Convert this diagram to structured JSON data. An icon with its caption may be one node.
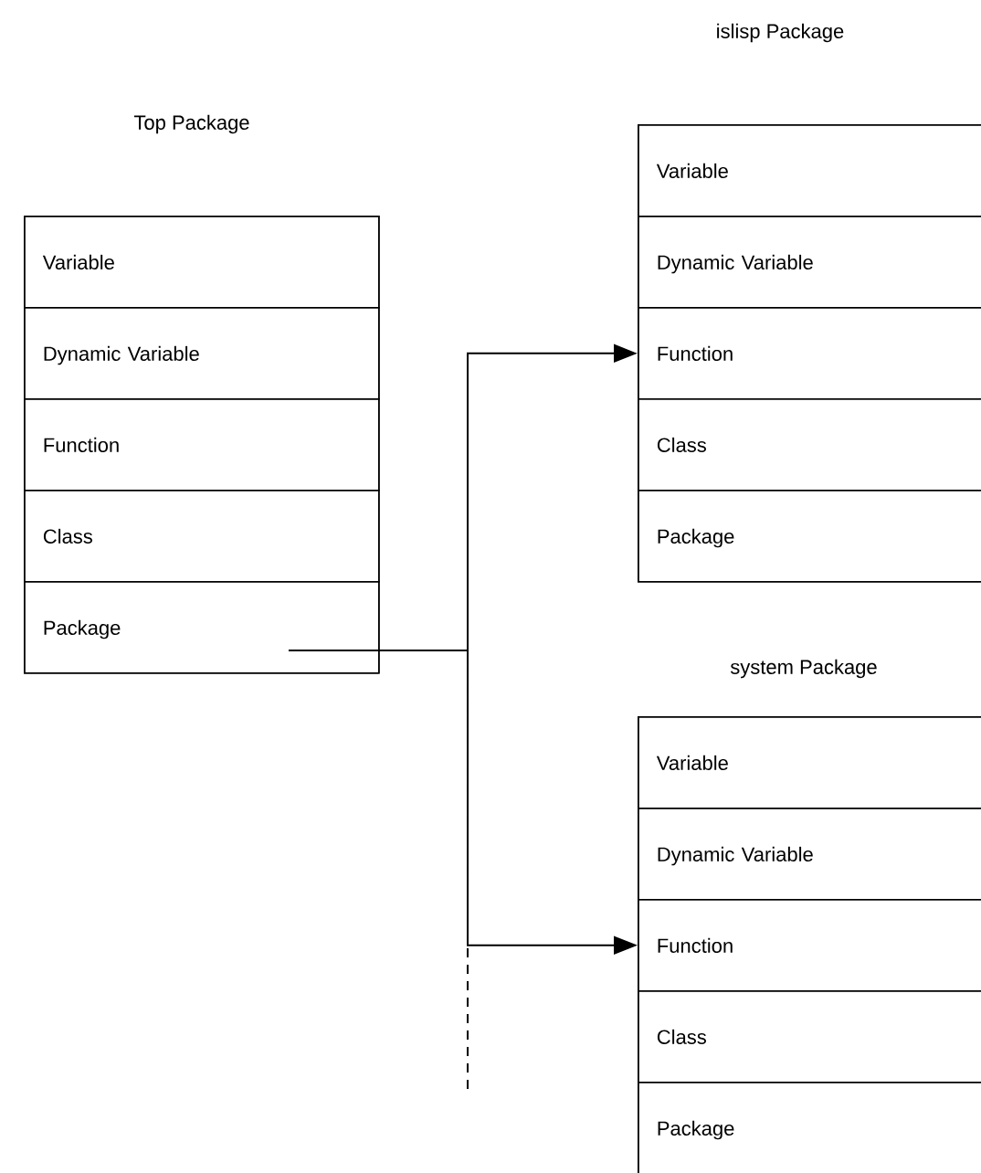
{
  "diagram": {
    "nodes": [
      {
        "text": [
          "Top Package"
        ]
      },
      {
        "text": [
          "Variable"
        ],
        "in": 0
      },
      {
        "text": [
          "Dynamic Variable"
        ],
        "in": 0
      },
      {
        "text": [
          "Function"
        ],
        "in": 0
      },
      {
        "text": [
          "Class"
        ],
        "in": 0
      },
      {
        "text": [
          "Package"
        ],
        "in": 0
      },
      {
        "text": [
          "islisp Package"
        ]
      },
      {
        "text": [
          "Variable"
        ],
        "in": 6
      },
      {
        "text": [
          "Dynamic Variable"
        ],
        "in": 6
      },
      {
        "text": [
          "Function"
        ],
        "in": 6
      },
      {
        "text": [
          "Class"
        ],
        "in": 6
      },
      {
        "text": [
          "Package"
        ],
        "in": 6
      },
      {
        "text": [
          "system Package"
        ]
      },
      {
        "text": [
          "Variable"
        ],
        "in": 12
      },
      {
        "text": [
          "Dynamic Variable"
        ],
        "in": 12
      },
      {
        "text": [
          "Function"
        ],
        "in": 12
      },
      {
        "text": [
          "Class"
        ],
        "in": 12
      },
      {
        "text": [
          "Package"
        ],
        "in": 12
      }
    ],
    "edges": [
      {
        "from": 5,
        "to": 9,
        "arrow": "to"
      },
      {
        "from": 5,
        "to": 15,
        "arrow": "to"
      },
      {
        "from": 5,
        "to": null,
        "arrow": "none",
        "style": "dashed"
      }
    ]
  }
}
